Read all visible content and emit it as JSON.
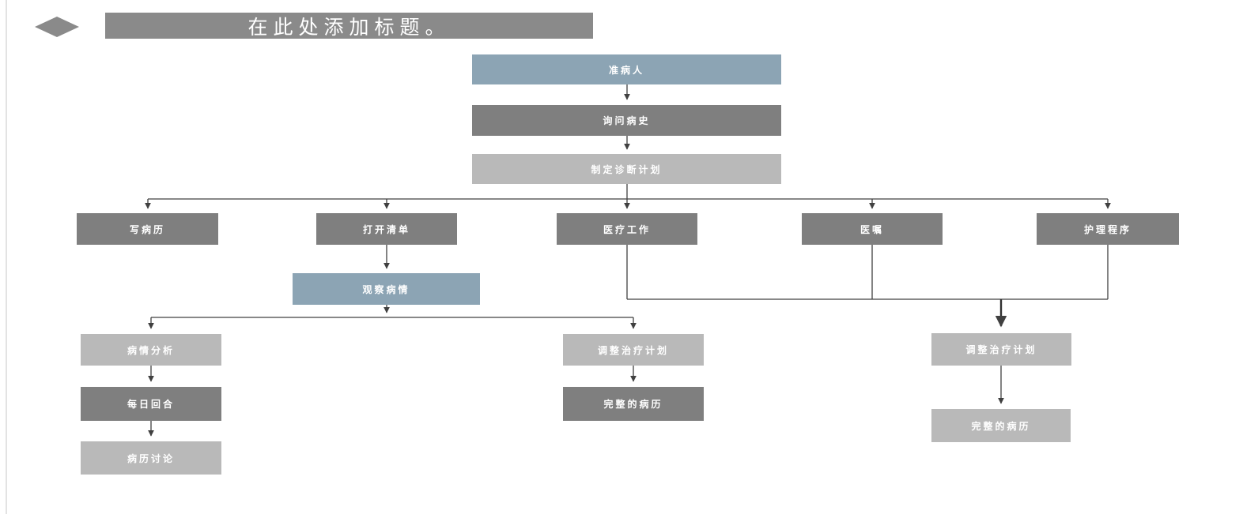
{
  "slide": {
    "title_placeholder": "在此处添加标题。"
  },
  "icons": {
    "diamond": "diamond-shape-bullet"
  },
  "colors": {
    "node_blue": "#8ca4b4",
    "node_dark": "#7f7f7f",
    "node_light": "#b9b9b9",
    "title_bar": "#8a8a8a",
    "connector": "#404040",
    "node_text": "#ffffff",
    "background": "#ffffff"
  },
  "nodes": [
    {
      "id": "prepare-patient",
      "label": "准病人",
      "tone": "blue"
    },
    {
      "id": "ask-history",
      "label": "询问病史",
      "tone": "dark"
    },
    {
      "id": "make-diagnosis-plan",
      "label": "制定诊断计划",
      "tone": "light"
    },
    {
      "id": "write-record",
      "label": "写病历",
      "tone": "dark"
    },
    {
      "id": "open-list",
      "label": "打开清单",
      "tone": "dark"
    },
    {
      "id": "medical-work",
      "label": "医疗工作",
      "tone": "dark"
    },
    {
      "id": "doctor-orders",
      "label": "医嘱",
      "tone": "dark"
    },
    {
      "id": "nursing-procedure",
      "label": "护理程序",
      "tone": "dark"
    },
    {
      "id": "observe-condition",
      "label": "观察病情",
      "tone": "blue"
    },
    {
      "id": "condition-analysis",
      "label": "病情分析",
      "tone": "light"
    },
    {
      "id": "adjust-plan-mid",
      "label": "调整治疗计划",
      "tone": "light"
    },
    {
      "id": "adjust-plan-right",
      "label": "调整治疗计划",
      "tone": "light"
    },
    {
      "id": "daily-rounds",
      "label": "每日回合",
      "tone": "dark"
    },
    {
      "id": "complete-record-mid",
      "label": "完整的病历",
      "tone": "dark"
    },
    {
      "id": "complete-record-right",
      "label": "完整的病历",
      "tone": "light"
    },
    {
      "id": "record-discussion",
      "label": "病历讨论",
      "tone": "light"
    }
  ]
}
